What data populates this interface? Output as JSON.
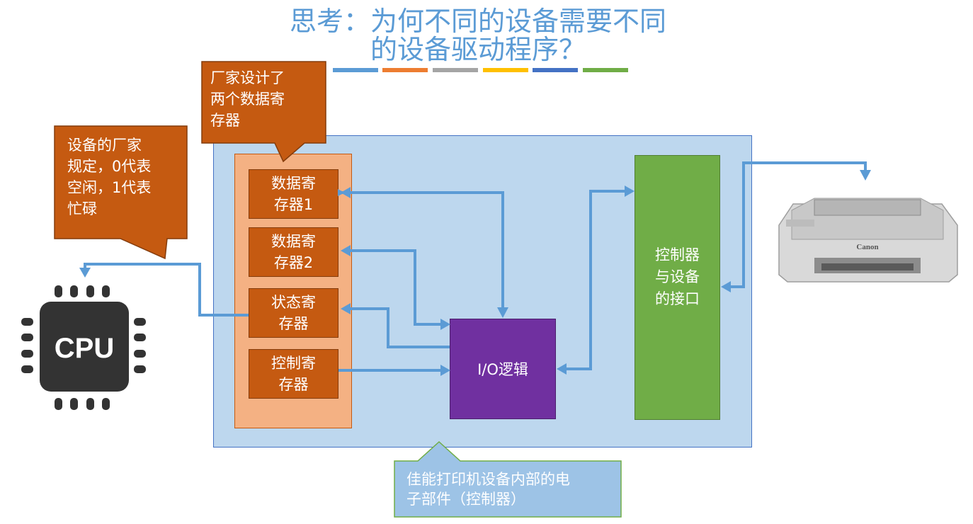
{
  "title": {
    "line1": "思考：为何不同的设备需要不同",
    "line2": "的设备驱动程序？"
  },
  "colors": {
    "title": "#5b9bd5",
    "bars": [
      "#5b9bd5",
      "#ed7d31",
      "#a5a5a5",
      "#ffc000",
      "#4472c4",
      "#70ad47"
    ]
  },
  "callouts": {
    "vendor_registers": [
      "厂家设计了",
      "两个数据寄",
      "存器"
    ],
    "status_meaning": [
      "设备的厂家",
      "规定，0代表",
      "空闲，1代表",
      "忙碌"
    ],
    "controller_note": [
      "佳能打印机设备内部的电",
      "子部件（控制器）"
    ]
  },
  "registers": [
    {
      "line1": "数据寄",
      "line2": "存器1"
    },
    {
      "line1": "数据寄",
      "line2": "存器2"
    },
    {
      "line1": "状态寄",
      "line2": "存器"
    },
    {
      "line1": "控制寄",
      "line2": "存器"
    }
  ],
  "io_logic": "I/O逻辑",
  "interface_box": [
    "控制器",
    "与设备",
    "的接口"
  ],
  "cpu_chip": {
    "label": "CPU",
    "icon": "cpu-chip-icon"
  },
  "printer": {
    "brand": "Canon",
    "icon": "printer-icon"
  }
}
